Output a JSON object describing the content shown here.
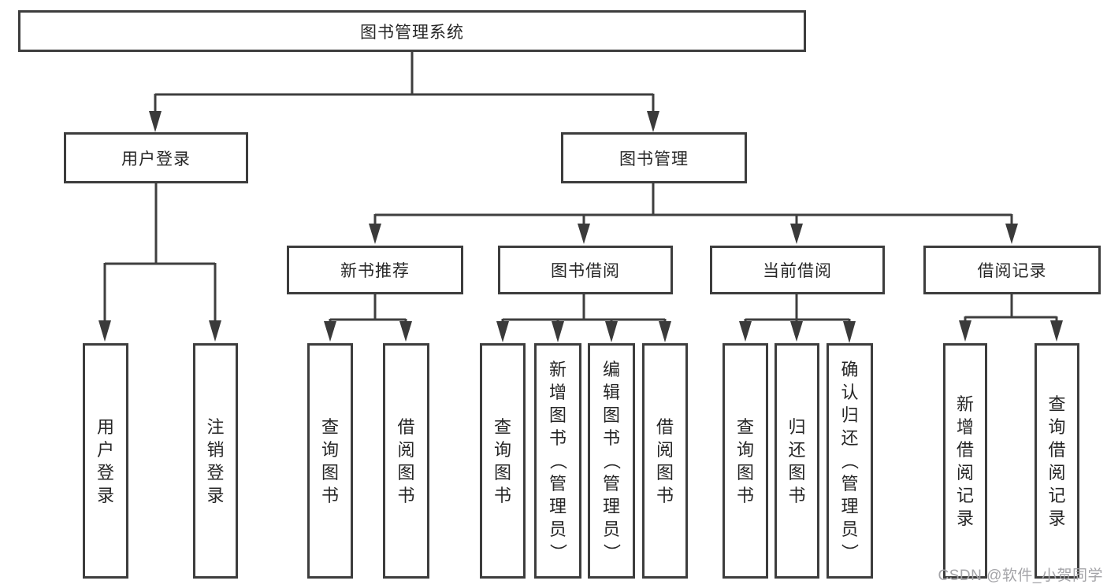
{
  "nodes": {
    "root": "图书管理系统",
    "level1": {
      "user_login": "用户登录",
      "book_mgmt": "图书管理"
    },
    "level2": {
      "new_books": "新书推荐",
      "book_borrow": "图书借阅",
      "current_borrow": "当前借阅",
      "borrow_records": "借阅记录"
    },
    "leaves": {
      "user_login_leaf": "用户登录",
      "logout": "注销登录",
      "nb_query": "查询图书",
      "nb_borrow": "借阅图书",
      "bb_query": "查询图书",
      "bb_add": "新增图书（管理员）",
      "bb_edit": "编辑图书（管理员）",
      "bb_borrow": "借阅图书",
      "cb_query": "查询图书",
      "cb_return": "归还图书",
      "cb_confirm": "确认归还（管理员）",
      "br_add": "新增借阅记录",
      "br_query": "查询借阅记录"
    }
  },
  "watermark": "CSDN @软件_小贺同学",
  "colors": {
    "line": "#3f3f3f",
    "border": "#3d3d3d",
    "text": "#262626",
    "watermark": "#a4a4a8",
    "background": "#ffffff"
  }
}
